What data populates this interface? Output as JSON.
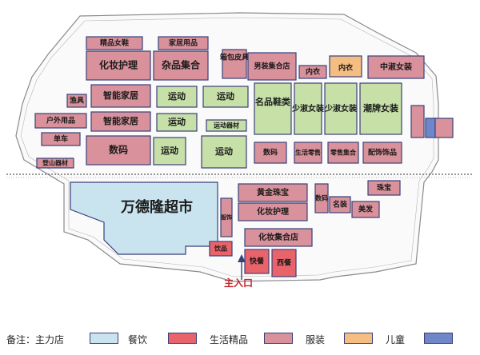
{
  "colors": {
    "anchor": "#c9e4ee",
    "food": "#e8646a",
    "goods": "#d9919b",
    "apparel": "#f4bd82",
    "kids": "#6f86c9",
    "sports": "#c6e0a8",
    "outline": "#3a3f7a",
    "entrance": "#c0252b"
  },
  "stores": {
    "jingpin_nvxie": "精品女鞋",
    "jiaju_yongpin": "家居用品",
    "huazhuang_huli_1": "化妆护理",
    "zapin_jihe": "杂品集合",
    "xiangbao_piju": "箱包皮具",
    "nanzhuang_jihe": "男装集合店",
    "neiyi_1": "内衣",
    "neiyi_2": "内衣",
    "zhongshu_nvzhuang": "中淑女装",
    "zhineng_jiaju_1": "智能家居",
    "yundong_1": "运动",
    "yundong_2": "运动",
    "mingpin_xielei": "名品鞋类",
    "shaoshu_nvzhuang_1": "少淑女装",
    "shaoshu_nvzhuang_2": "少淑女装",
    "chaopai_nvzhuang": "潮牌女装",
    "yuju": "渔具",
    "huwai_yongpin": "户外用品",
    "zhineng_jiaju_2": "智能家居",
    "yundong_3": "运动",
    "yundong_qicai": "运动器材",
    "danche": "单车",
    "shuma_1": "数码",
    "yundong_4": "运动",
    "yundong_5": "运动",
    "shuma_2": "数码",
    "shenghuo_lingshou": "生活零售",
    "lingshou_jihe": "零售集合",
    "peishi_shipin": "配饰饰品",
    "dengshan_qicai": "登山器材",
    "wanlong_chaoshi": "万德隆超市",
    "huangjin_zhubao": "黄金珠宝",
    "huazhuang_huli_2": "化妆护理",
    "shuma_3": "数码",
    "mingzhuang": "名装",
    "zhubao": "珠宝",
    "meifa": "美发",
    "huazhuang_jihe": "化妆集合店",
    "yinpin": "饮品",
    "kuaican": "快餐",
    "xican": "西餐",
    "chuanjiao": "服饰"
  },
  "entrance": {
    "label": "主入口"
  },
  "legend": {
    "note": "备注：主力店",
    "items": [
      {
        "label": "餐饮"
      },
      {
        "label": "生活精品"
      },
      {
        "label": "服装"
      },
      {
        "label": "儿童"
      }
    ]
  }
}
